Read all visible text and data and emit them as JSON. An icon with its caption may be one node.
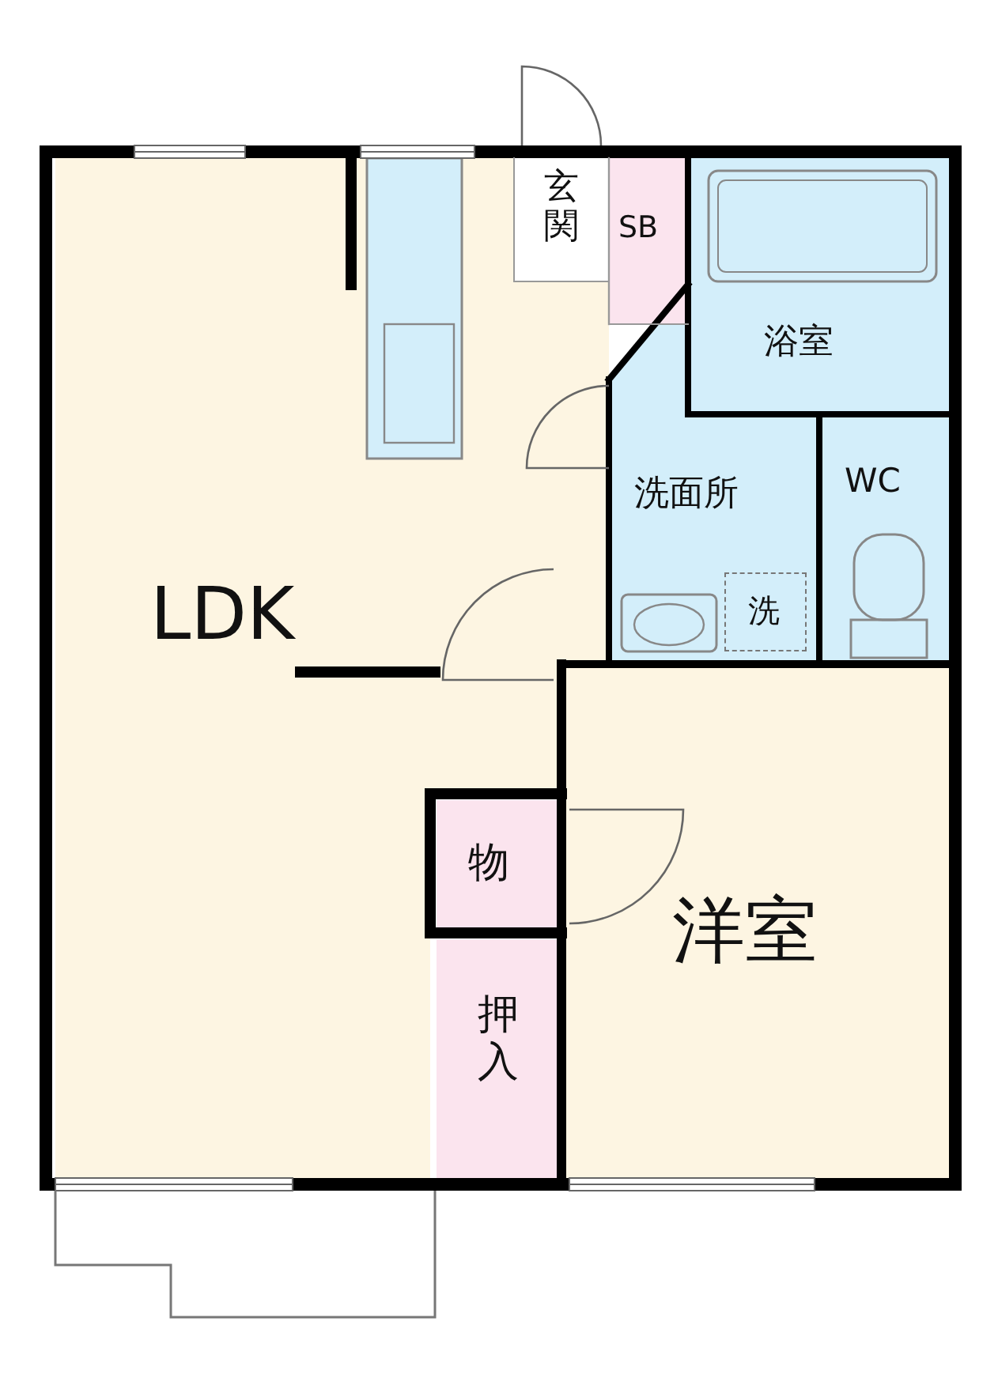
{
  "diagram": {
    "nodes": [
      {
        "text": [
          "LDK"
        ]
      },
      {
        "text": [
          "玄関"
        ]
      },
      {
        "text": [
          "SB"
        ]
      },
      {
        "text": [
          "浴室"
        ]
      },
      {
        "text": [
          "洗面所"
        ]
      },
      {
        "text": [
          "洗"
        ],
        "in": 4
      },
      {
        "text": [
          "WC"
        ]
      },
      {
        "text": [
          "物"
        ]
      },
      {
        "text": [
          "押入"
        ]
      },
      {
        "text": [
          "洋室"
        ]
      }
    ]
  }
}
